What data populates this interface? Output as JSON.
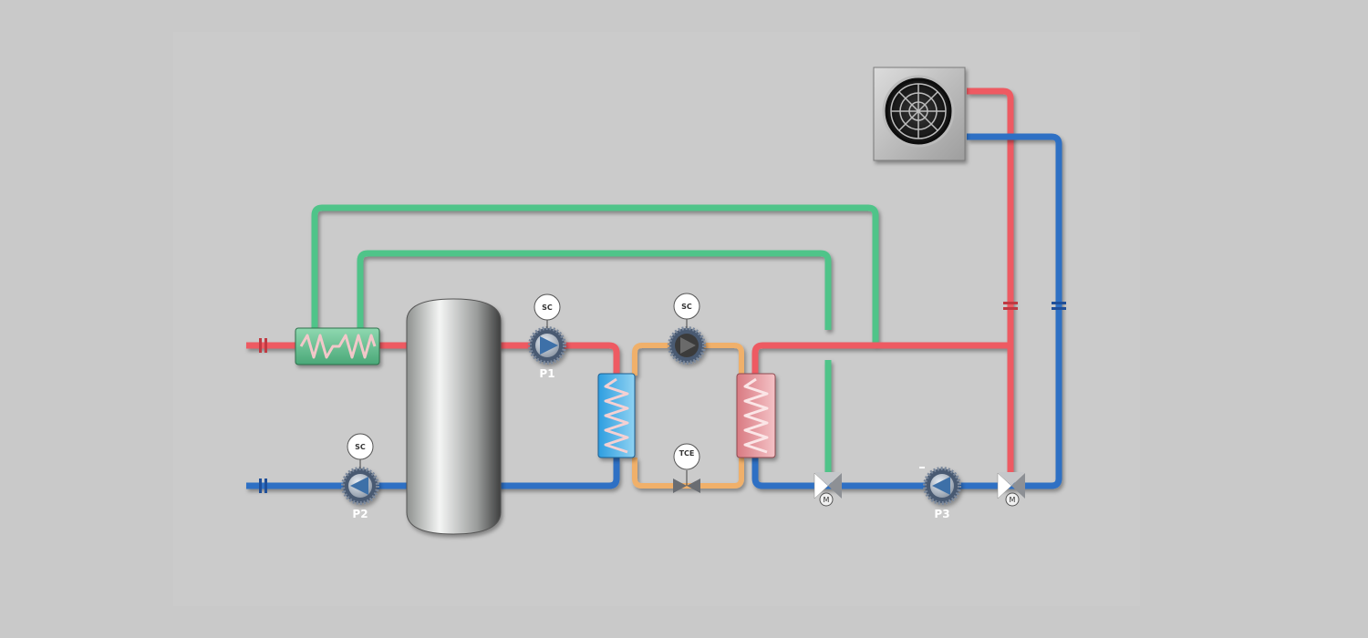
{
  "labels": {
    "p1": "P1",
    "p2": "P2",
    "p3": "P3",
    "sc_p1": "SC",
    "sc_p2": "SC",
    "sc_mid": "SC",
    "tce": "TCE",
    "valve1_m": "M",
    "valve2_m": "M"
  },
  "colors": {
    "hot": "#ee5a62",
    "cold": "#2f6fc4",
    "green": "#4fc489",
    "orange": "#f0b06a",
    "background": "#c9c9c9"
  }
}
